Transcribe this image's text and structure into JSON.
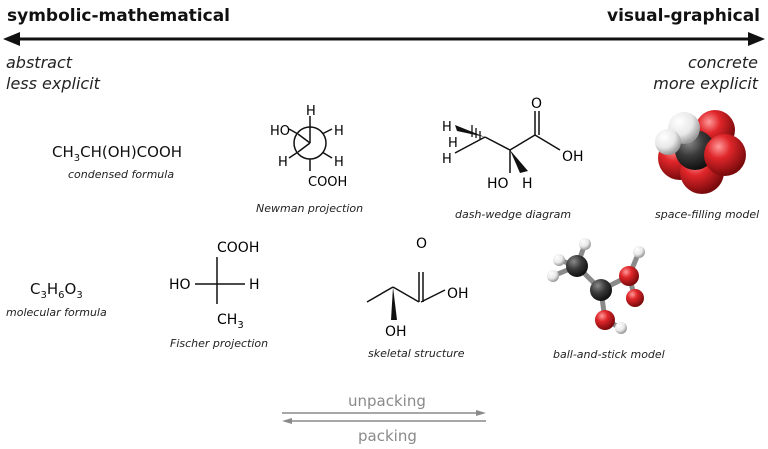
{
  "axis": {
    "left_label": "symbolic-mathematical",
    "right_label": "visual-graphical",
    "left_attributes": [
      "abstract",
      "less explicit"
    ],
    "right_attributes": [
      "concrete",
      "more explicit"
    ]
  },
  "representations": {
    "condensed_formula": {
      "formula_main": "CH",
      "formula_sub": "3",
      "formula_rest": "CH(OH)COOH",
      "caption": "condensed formula"
    },
    "molecular_formula": {
      "c": "C",
      "c_n": "3",
      "h": "H",
      "h_n": "6",
      "o": "O",
      "o_n": "3",
      "caption": "molecular formula"
    },
    "newman": {
      "caption": "Newman projection",
      "labels": {
        "ho": "HO",
        "h_top": "H",
        "h_upper_right": "H",
        "h_left": "H",
        "h_lower_right": "H",
        "cooh": "COOH"
      }
    },
    "fischer": {
      "caption": "Fischer projection",
      "labels": {
        "top": "COOH",
        "left": "HO",
        "right": "H",
        "bottom_c": "CH",
        "bottom_sub": "3"
      }
    },
    "dash_wedge": {
      "caption": "dash-wedge diagram",
      "labels": {
        "h_top": "H",
        "h_mid": "H",
        "h_low": "H",
        "o": "O",
        "oh": "OH",
        "ho": "HO",
        "h_bottom": "H"
      }
    },
    "skeletal": {
      "caption": "skeletal structure",
      "labels": {
        "o": "O",
        "oh_right": "OH",
        "oh_bottom": "OH"
      }
    },
    "space_filling": {
      "caption": "space-filling model"
    },
    "ball_and_stick": {
      "caption": "ball-and-stick model"
    }
  },
  "process": {
    "top_label": "unpacking",
    "bottom_label": "packing"
  },
  "colors": {
    "arrow": "#111111",
    "process": "#8a8a8a",
    "oxygen": "#d7191c",
    "carbon": "#3a3a3a",
    "hydrogen": "#f2f2f2"
  }
}
